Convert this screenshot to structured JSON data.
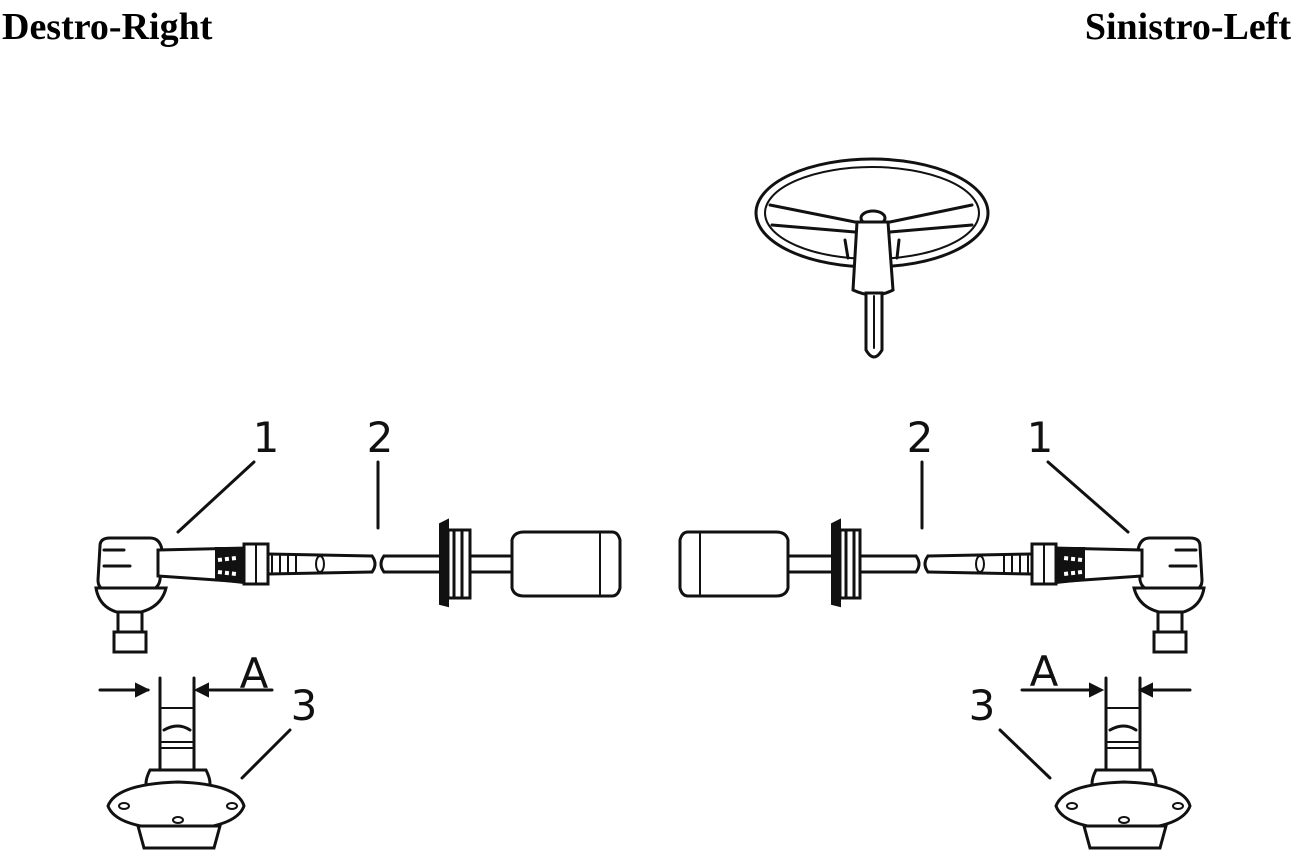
{
  "headers": {
    "right_side": "Destro-Right",
    "left_side": "Sinistro-Left"
  },
  "callouts": {
    "tie_rod_end": "1",
    "tie_rod": "2",
    "ball_joint": "3",
    "dimension": "A"
  },
  "colors": {
    "ink": "#111111",
    "background": "#ffffff"
  }
}
